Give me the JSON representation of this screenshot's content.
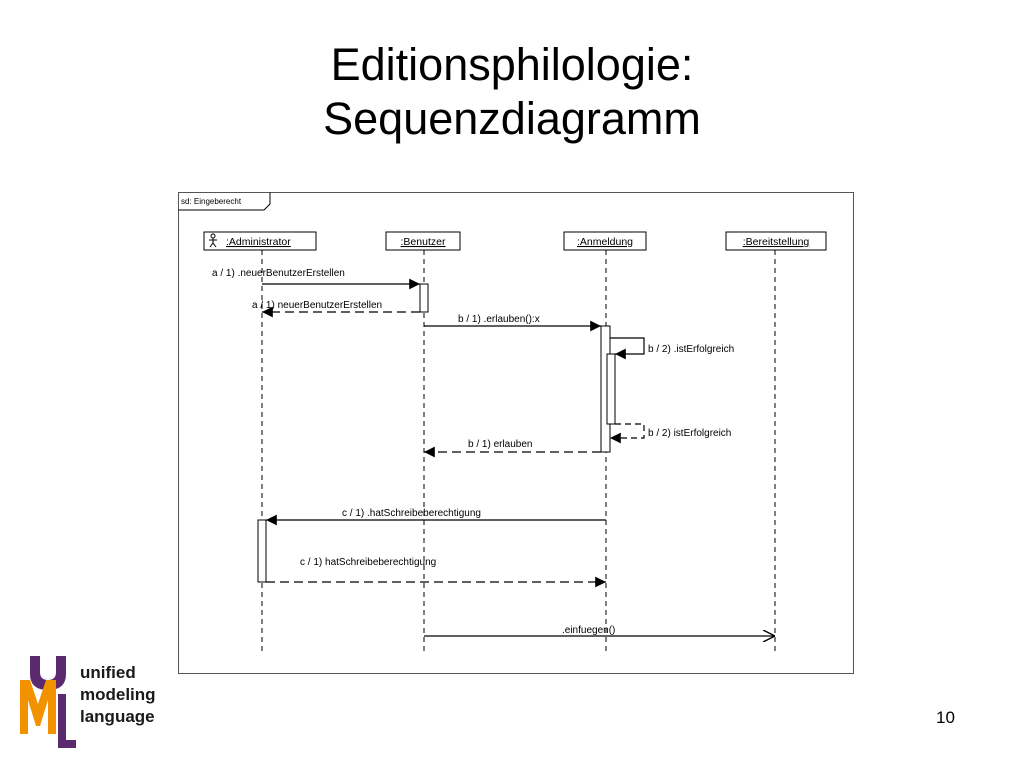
{
  "slide": {
    "title_line1": "Editionsphilologie:",
    "title_line2": "Sequenzdiagramm",
    "number": "10"
  },
  "diagram": {
    "frame_label": "sd: Eingeberecht",
    "lifelines": {
      "administrator": ":Administrator",
      "benutzer": ":Benutzer",
      "anmeldung": ":Anmeldung",
      "bereitstellung": ":Bereitstellung"
    },
    "messages": {
      "m1": "a / 1) .neuerBenutzerErstellen",
      "m2": "a / 1) neuerBenutzerErstellen",
      "m3": "b / 1) .erlauben():x",
      "m4": "b / 2) .istErfolgreich",
      "m5": "b / 2) istErfolgreich",
      "m6": "b / 1) erlauben",
      "m7": "c / 1) .hatSchreibeberechtigung",
      "m8": "c / 1) hatSchreibeberechtigung",
      "m9": ".einfuegen()"
    }
  },
  "logo": {
    "line1": "unified",
    "line2": "modeling",
    "line3": "language",
    "colors": {
      "purple": "#5b2a6e",
      "orange": "#f29200",
      "dark": "#1a1a1a"
    }
  }
}
